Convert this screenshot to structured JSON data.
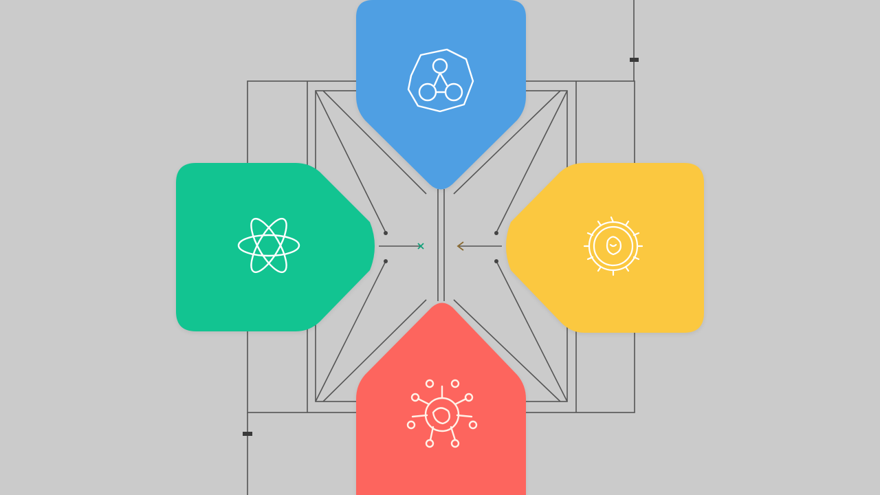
{
  "background_color": "#cbcbcb",
  "line_color": "#555555",
  "tiles": [
    {
      "id": "top",
      "color": "#4f9fe3",
      "icon": "molecule-cluster-icon",
      "icon_color": "#ffffff"
    },
    {
      "id": "left",
      "color": "#12c491",
      "icon": "atom-icon",
      "icon_color": "#ffffff"
    },
    {
      "id": "right",
      "color": "#fbc840",
      "icon": "gear-face-icon",
      "icon_color": "#ffffff"
    },
    {
      "id": "bottom",
      "color": "#fd655e",
      "icon": "network-cell-icon",
      "icon_color": "#fff2e8"
    }
  ]
}
